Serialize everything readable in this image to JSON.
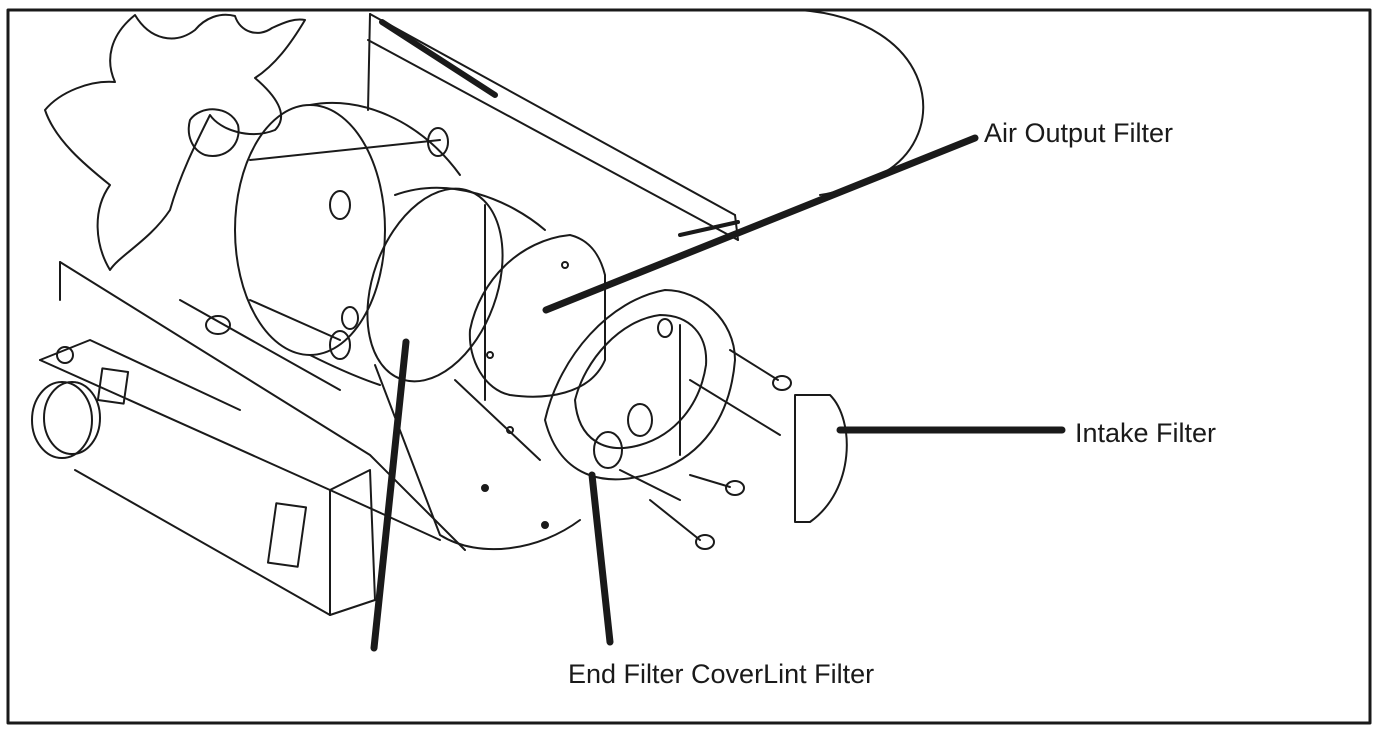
{
  "labels": {
    "air_output_filter": "Air Output Filter",
    "intake_filter": "Intake Filter",
    "end_filter_cover_lint_filter": "End Filter CoverLint Filter"
  },
  "colors": {
    "line": "#1a1a1a",
    "background": "#ffffff"
  }
}
